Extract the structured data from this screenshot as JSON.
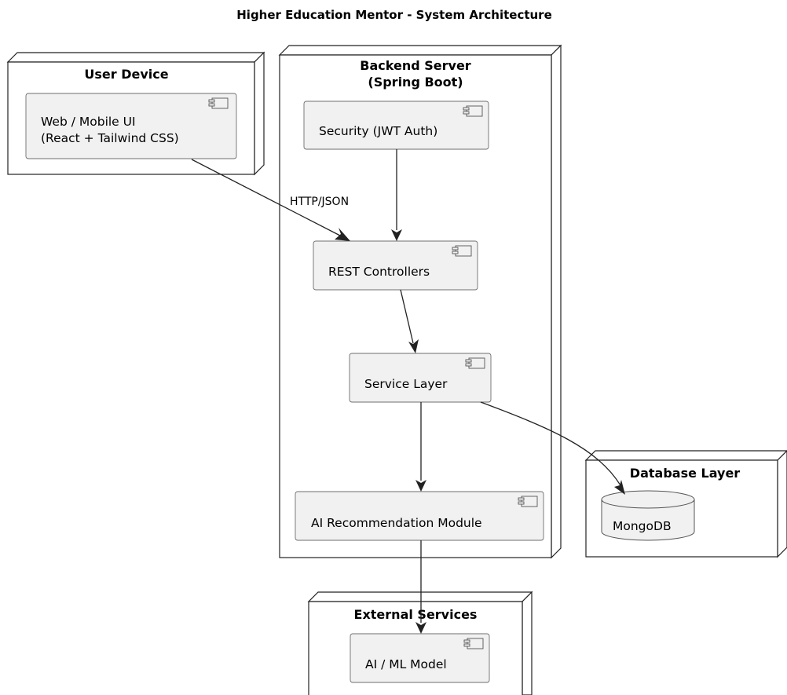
{
  "title": "Higher Education Mentor - System Architecture",
  "nodes": {
    "user_device": {
      "label": "User Device"
    },
    "backend": {
      "label_line1": "Backend Server",
      "label_line2": "(Spring Boot)"
    },
    "database": {
      "label": "Database Layer"
    },
    "external": {
      "label": "External Services"
    }
  },
  "components": {
    "web_ui": {
      "line1": "Web / Mobile UI",
      "line2": "(React + Tailwind CSS)"
    },
    "security": {
      "label": "Security (JWT Auth)"
    },
    "rest": {
      "label": "REST Controllers"
    },
    "service": {
      "label": "Service Layer"
    },
    "ai_module": {
      "label": "AI Recommendation Module"
    },
    "mongodb": {
      "label": "MongoDB"
    },
    "ml_model": {
      "label": "AI / ML Model"
    }
  },
  "edges": {
    "ui_to_rest": {
      "label": "HTTP/JSON"
    }
  }
}
